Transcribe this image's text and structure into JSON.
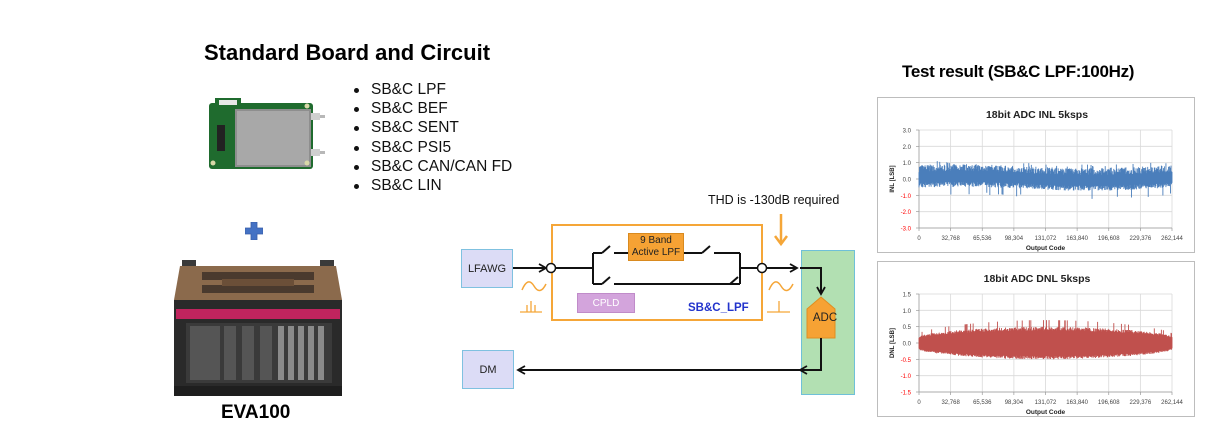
{
  "header": {
    "title": "Standard Board and Circuit",
    "result_title": "Test result (SB&C LPF:100Hz)"
  },
  "board_list": {
    "items": [
      "SB&C LPF",
      "SB&C BEF",
      "SB&C SENT",
      "SB&C PSI5",
      "SB&C CAN/CAN FD",
      "SB&C LIN"
    ]
  },
  "product": {
    "name": "EVA100",
    "plus_icon": "plus-icon",
    "colors": {
      "plus": "#4472c4",
      "accent_stripe": "#c0245e",
      "chassis": "#2a2a2a",
      "top_panel": "#8a6a4a"
    }
  },
  "diagram": {
    "source_label": "LFAWG",
    "sink_label": "DM",
    "filter_label_line1": "9 Band",
    "filter_label_line2": "Active LPF",
    "cpld_label": "CPLD",
    "board_label": "SB&C_LPF",
    "adc_label": "ADC",
    "note": "THD is -130dB required",
    "colors": {
      "orange": "#f5a638",
      "green": "#b2e0b2",
      "blue_box": "#dcdcf6",
      "label_blue": "#2233cc",
      "cpld": "#d3a4dc"
    }
  },
  "chart_data": [
    {
      "type": "line",
      "title": "18bit ADC INL 5ksps",
      "xlabel": "Output Code",
      "ylabel": "INL [LSB]",
      "xlim": [
        0,
        262144
      ],
      "ylim": [
        -3.0,
        3.0
      ],
      "x_ticks": [
        "0",
        "32,768",
        "65,536",
        "98,304",
        "131,072",
        "163,840",
        "196,608",
        "229,376",
        "262,144"
      ],
      "y_ticks": [
        "3.0",
        "2.0",
        "1.0",
        "0.0",
        "-1.0",
        "-2.0",
        "-3.0"
      ],
      "negative_tick_color": "#ff0000",
      "grid": true,
      "series": [
        {
          "name": "INL",
          "color": "#4a7ebb",
          "center": 0.0,
          "envelope_max": 1.0,
          "envelope_min": -1.1,
          "typical_band": [
            -0.6,
            0.8
          ]
        }
      ]
    },
    {
      "type": "line",
      "title": "18bit ADC DNL 5ksps",
      "xlabel": "Output Code",
      "ylabel": "DNL [LSB]",
      "xlim": [
        0,
        262144
      ],
      "ylim": [
        -1.5,
        1.5
      ],
      "x_ticks": [
        "0",
        "32,768",
        "65,536",
        "98,304",
        "131,072",
        "163,840",
        "196,608",
        "229,376",
        "262,144"
      ],
      "y_ticks": [
        "1.5",
        "1.0",
        "0.5",
        "0.0",
        "-0.5",
        "-1.0",
        "-1.5"
      ],
      "negative_tick_color": "#ff0000",
      "grid": true,
      "series": [
        {
          "name": "DNL",
          "color": "#c0504d",
          "center": 0.0,
          "envelope_max": 0.75,
          "envelope_min": -0.6,
          "edge_band": [
            -0.2,
            0.2
          ],
          "mid_band": [
            -0.5,
            0.5
          ]
        }
      ]
    }
  ]
}
